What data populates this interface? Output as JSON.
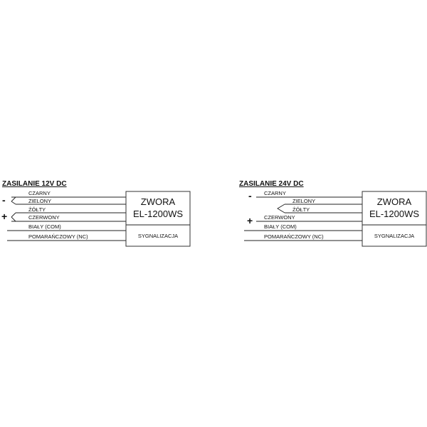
{
  "left": {
    "title": "ZASILANIE 12V DC",
    "minus": "-",
    "plus": "+",
    "wires": [
      "CZARNY",
      "ZIELONY",
      "ŻÓŁTY",
      "CZERWONY",
      "BIAŁY (COM)",
      "POMARAŃCZOWY (NC)"
    ],
    "box": {
      "line1": "ZWORA",
      "line2": "EL-1200WS",
      "signal": "SYGNALIZACJA"
    }
  },
  "right": {
    "title": "ZASILANIE 24V DC",
    "minus": "-",
    "plus": "+",
    "wires": [
      "CZARNY",
      "ZIELONY",
      "ŻÓŁTY",
      "CZERWONY",
      "BIAŁY (COM)",
      "POMARAŃCZOWY (NC)"
    ],
    "box": {
      "line1": "ZWORA",
      "line2": "EL-1200WS",
      "signal": "SYGNALIZACJA"
    }
  }
}
